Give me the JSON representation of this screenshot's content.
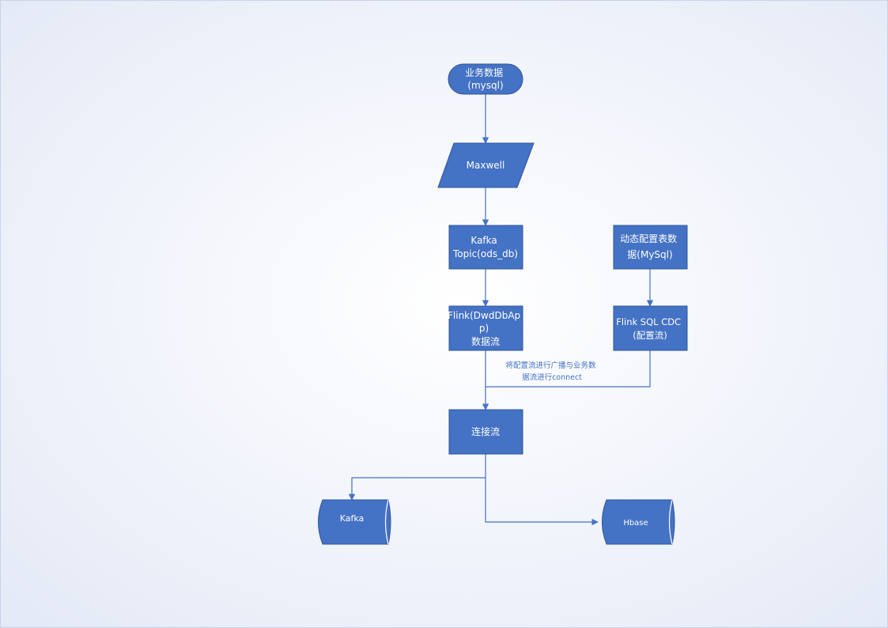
{
  "nodes": {
    "business_data": {
      "lines": [
        "业务数据",
        "(mysql)"
      ]
    },
    "maxwell": {
      "lines": [
        "Maxwell"
      ]
    },
    "kafka_topic": {
      "lines": [
        "Kafka",
        "Topic(ods_db)"
      ]
    },
    "dynamic_config": {
      "lines": [
        "动态配置表数",
        "据(MySql)"
      ]
    },
    "flink_dwd": {
      "lines": [
        "Flink(DwdDbAp",
        "p)",
        "数据流"
      ]
    },
    "flink_cdc": {
      "lines": [
        "Flink SQL CDC",
        "(配置流)"
      ]
    },
    "connect_stream": {
      "lines": [
        "连接流"
      ]
    },
    "kafka_sink": {
      "lines": [
        "Kafka"
      ]
    },
    "hbase_sink": {
      "lines": [
        "Hbase"
      ]
    }
  },
  "annotation": {
    "lines": [
      "将配置流进行广播与业务数",
      "据流进行connect"
    ]
  },
  "colors": {
    "node_fill": "#4472c4",
    "node_stroke": "#2f5597",
    "node_text": "#ffffff",
    "edge": "#4472c4"
  }
}
